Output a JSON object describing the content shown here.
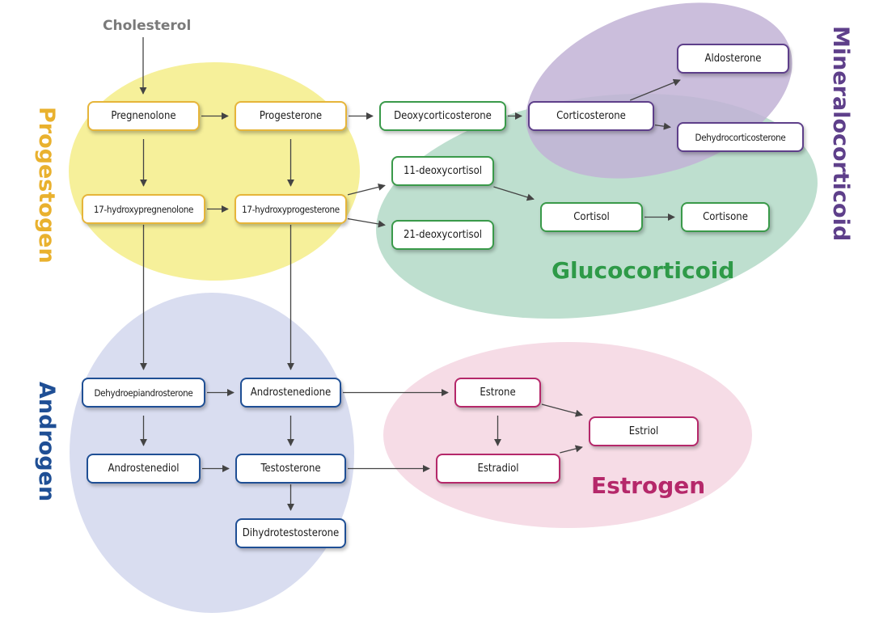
{
  "colors": {
    "progestogen": "#e9b12e",
    "progestogen_fill": "#f6f09a",
    "glucocorticoid": "#2e9a48",
    "glucocorticoid_fill": "#b8dccb",
    "mineralocorticoid": "#5e3f8a",
    "mineralocorticoid_fill": "#c2b3d6",
    "androgen": "#1f4f95",
    "androgen_fill": "#d9ddf0",
    "estrogen": "#b5286a",
    "estrogen_fill": "#f6dce6",
    "arrow": "#444444",
    "source_text": "#7a7a7a"
  },
  "source": {
    "label": "Cholesterol"
  },
  "groups": {
    "progestogen": "Progestogen",
    "glucocorticoid": "Glucocorticoid",
    "mineralocorticoid": "Mineralocorticoid",
    "androgen": "Androgen",
    "estrogen": "Estrogen"
  },
  "nodes": {
    "pregnenolone": "Pregnenolone",
    "progesterone": "Progesterone",
    "hydroxypregnenolone": "17-hydroxypregnenolone",
    "hydroxyprogesterone": "17-hydroxyprogesterone",
    "deoxycorticosterone": "Deoxycorticosterone",
    "corticosterone": "Corticosterone",
    "aldosterone": "Aldosterone",
    "dehydrocorticosterone": "Dehydrocorticosterone",
    "deoxycortisol11": "11-deoxycortisol",
    "deoxycortisol21": "21-deoxycortisol",
    "cortisol": "Cortisol",
    "cortisone": "Cortisone",
    "dhea": "Dehydroepiandrosterone",
    "androstenedione": "Androstenedione",
    "androstenediol": "Androstenediol",
    "testosterone": "Testosterone",
    "dht": "Dihydrotestosterone",
    "estrone": "Estrone",
    "estradiol": "Estradiol",
    "estriol": "Estriol"
  },
  "edges": [
    [
      "cholesterol",
      "pregnenolone"
    ],
    [
      "pregnenolone",
      "progesterone"
    ],
    [
      "pregnenolone",
      "hydroxypregnenolone"
    ],
    [
      "progesterone",
      "hydroxyprogesterone"
    ],
    [
      "progesterone",
      "deoxycorticosterone"
    ],
    [
      "hydroxypregnenolone",
      "hydroxyprogesterone"
    ],
    [
      "hydroxypregnenolone",
      "dhea"
    ],
    [
      "hydroxyprogesterone",
      "androstenedione"
    ],
    [
      "hydroxyprogesterone",
      "deoxycortisol11"
    ],
    [
      "hydroxyprogesterone",
      "deoxycortisol21"
    ],
    [
      "deoxycorticosterone",
      "corticosterone"
    ],
    [
      "corticosterone",
      "aldosterone"
    ],
    [
      "corticosterone",
      "dehydrocorticosterone"
    ],
    [
      "deoxycortisol11",
      "cortisol"
    ],
    [
      "cortisol",
      "cortisone"
    ],
    [
      "dhea",
      "androstenedione"
    ],
    [
      "dhea",
      "androstenediol"
    ],
    [
      "androstenedione",
      "testosterone"
    ],
    [
      "androstenediol",
      "testosterone"
    ],
    [
      "testosterone",
      "dht"
    ],
    [
      "androstenedione",
      "estrone"
    ],
    [
      "testosterone",
      "estradiol"
    ],
    [
      "estrone",
      "estradiol"
    ],
    [
      "estrone",
      "estriol"
    ],
    [
      "estradiol",
      "estriol"
    ]
  ]
}
